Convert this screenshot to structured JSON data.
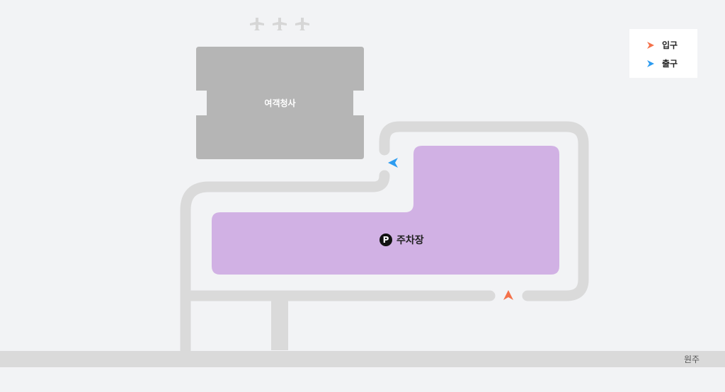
{
  "map": {
    "terminal_label": "여객청사",
    "parking_label": "주차장",
    "parking_badge": "P",
    "road_label": "원주",
    "icons": [
      "airplane-icon",
      "airplane-icon",
      "airplane-icon",
      "entrance-arrow-icon",
      "exit-arrow-icon"
    ]
  },
  "legend": {
    "items": [
      {
        "label": "입구",
        "color": "#f4714a",
        "icon": "entrance-arrow-icon"
      },
      {
        "label": "출구",
        "color": "#2d9cf0",
        "icon": "exit-arrow-icon"
      }
    ]
  },
  "colors": {
    "road": "#dadada",
    "terminal": "#b5b5b5",
    "parking": "#d1b1e4",
    "background": "#f2f3f5"
  }
}
